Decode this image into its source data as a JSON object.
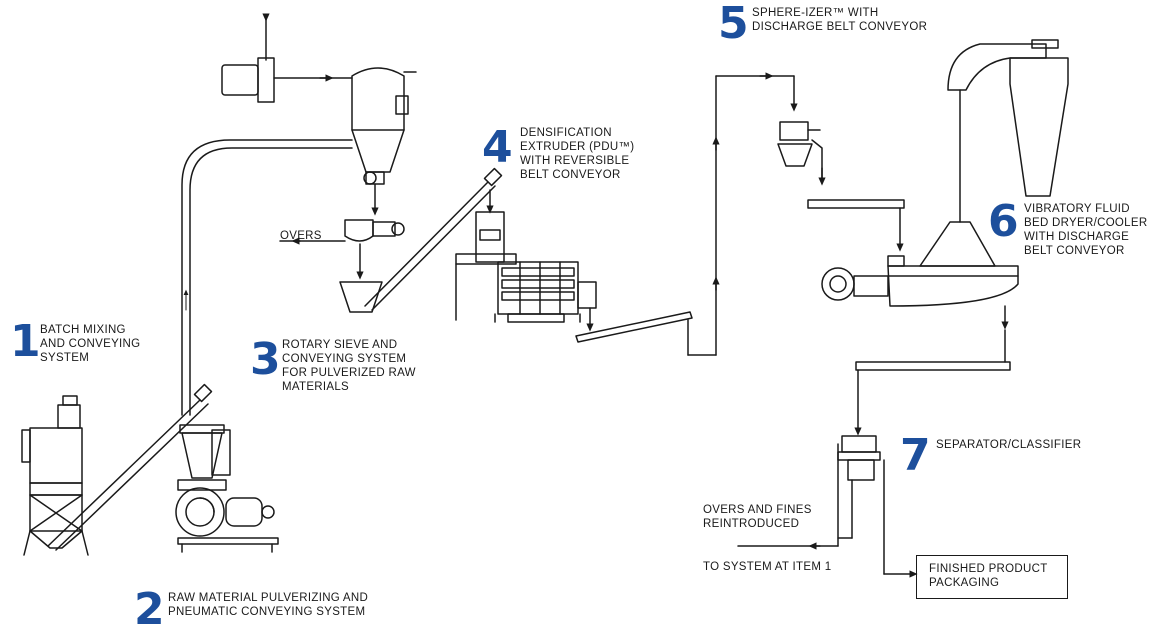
{
  "steps": [
    {
      "number": "1",
      "lines": [
        "BATCH MIXING",
        "AND CONVEYING",
        "SYSTEM"
      ]
    },
    {
      "number": "2",
      "lines": [
        "RAW MATERIAL PULVERIZING AND",
        "PNEUMATIC CONVEYING SYSTEM"
      ]
    },
    {
      "number": "3",
      "lines": [
        "ROTARY SIEVE  AND",
        "CONVEYING SYSTEM",
        "FOR PULVERIZED RAW",
        "MATERIALS"
      ]
    },
    {
      "number": "4",
      "lines": [
        "DENSIFICATION",
        "EXTRUDER (PDU™)",
        "WITH REVERSIBLE",
        "BELT CONVEYOR"
      ]
    },
    {
      "number": "5",
      "lines": [
        "SPHERE-IZER™ WITH",
        "DISCHARGE BELT CONVEYOR"
      ]
    },
    {
      "number": "6",
      "lines": [
        "VIBRATORY FLUID",
        "BED DRYER/COOLER",
        "WITH DISCHARGE",
        "BELT CONVEYOR"
      ]
    },
    {
      "number": "7",
      "lines": [
        "SEPARATOR/CLASSIFIER"
      ]
    }
  ],
  "annotations": {
    "overs": "OVERS",
    "overs_fines": [
      "OVERS AND FINES",
      "REINTRODUCED"
    ],
    "to_system": "TO SYSTEM AT ITEM 1",
    "finished": [
      "FINISHED PRODUCT",
      "PACKAGING"
    ]
  },
  "colors": {
    "accent": "#1d4f9c",
    "line": "#1a1a1a"
  }
}
